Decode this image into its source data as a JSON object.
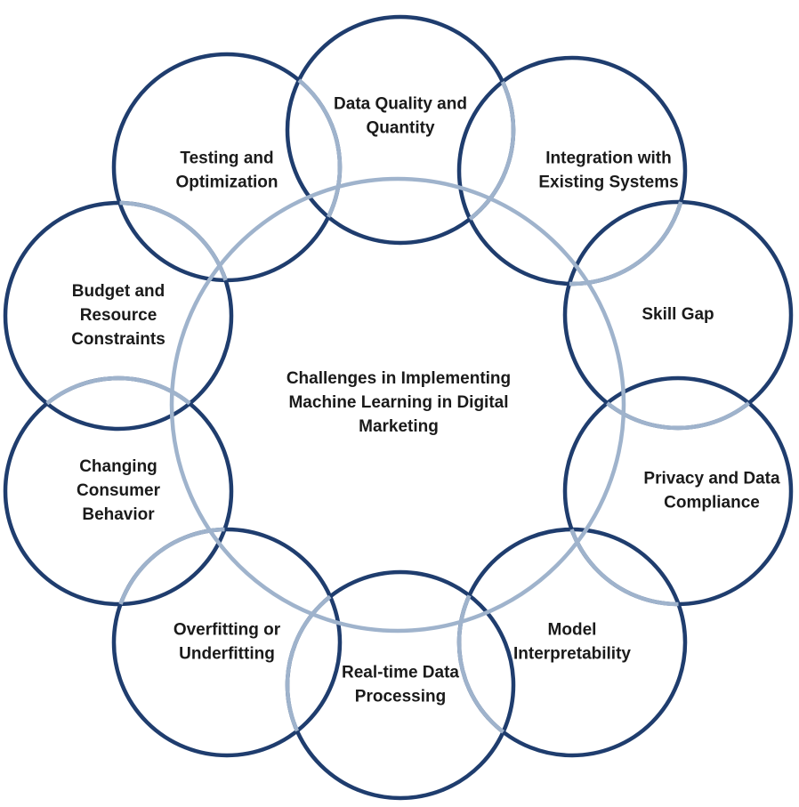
{
  "diagram": {
    "center_label": [
      "Challenges in Implementing",
      "Machine Learning in Digital",
      "Marketing"
    ],
    "nodes": [
      {
        "id": "data-quality",
        "lines": [
          "Data Quality and",
          "Quantity"
        ]
      },
      {
        "id": "integration",
        "lines": [
          "Integration with",
          "Existing Systems"
        ]
      },
      {
        "id": "skill-gap",
        "lines": [
          "Skill Gap"
        ]
      },
      {
        "id": "privacy",
        "lines": [
          "Privacy and Data",
          "Compliance"
        ]
      },
      {
        "id": "model-interpretability",
        "lines": [
          "Model",
          "Interpretability"
        ]
      },
      {
        "id": "real-time",
        "lines": [
          "Real-time Data",
          "Processing"
        ]
      },
      {
        "id": "overfitting",
        "lines": [
          "Overfitting or",
          "Underfitting"
        ]
      },
      {
        "id": "consumer-behavior",
        "lines": [
          "Changing",
          "Consumer",
          "Behavior"
        ]
      },
      {
        "id": "budget",
        "lines": [
          "Budget and",
          "Resource",
          "Constraints"
        ]
      },
      {
        "id": "testing",
        "lines": [
          "Testing and",
          "Optimization"
        ]
      }
    ],
    "colors": {
      "node_stroke": "#1f3d6e",
      "center_stroke": "#9fb3cc",
      "overlap_stroke": "#9fb3cc",
      "text": "#1a1a1a",
      "background": "#ffffff"
    }
  }
}
